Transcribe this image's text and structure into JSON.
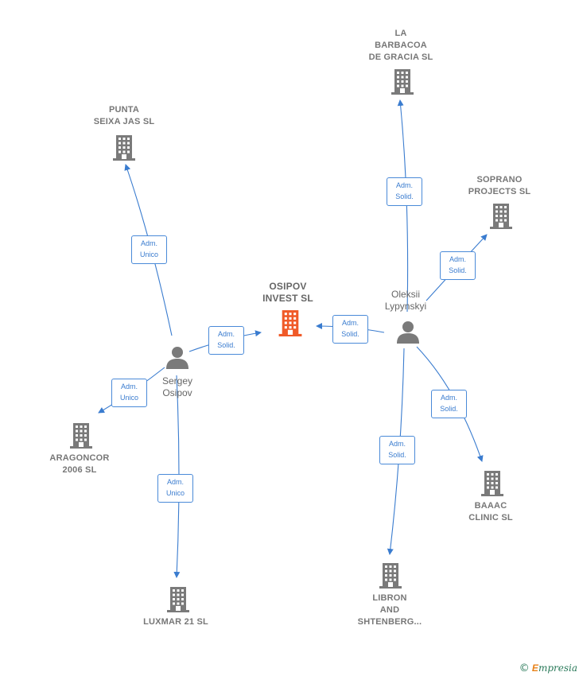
{
  "main_company": {
    "name": "OSIPOV\nINVEST SL",
    "icon": "building-icon",
    "color": "#f05a28"
  },
  "persons": [
    {
      "id": "sergey",
      "name": "Sergey\nOsipov",
      "icon": "person-icon"
    },
    {
      "id": "oleksii",
      "name": "Oleksii\nLypynskyi",
      "icon": "person-icon"
    }
  ],
  "companies": [
    {
      "id": "punta",
      "name": "PUNTA\nSEIXA JAS SL"
    },
    {
      "id": "aragoncor",
      "name": "ARAGONCOR\n2006 SL"
    },
    {
      "id": "luxmar",
      "name": "LUXMAR 21 SL"
    },
    {
      "id": "barbacoa",
      "name": "LA\nBARBACOA\nDE GRACIA SL"
    },
    {
      "id": "soprano",
      "name": "SOPRANO\nPROJECTS SL"
    },
    {
      "id": "baaac",
      "name": "BAAAC\nCLINIC SL"
    },
    {
      "id": "libron",
      "name": "LIBRON\nAND\nSHTENBERG..."
    }
  ],
  "relations": [
    {
      "from": "sergey",
      "to": "osipov",
      "label": "Adm.\nSolid."
    },
    {
      "from": "sergey",
      "to": "punta",
      "label": "Adm.\nUnico"
    },
    {
      "from": "sergey",
      "to": "aragoncor",
      "label": "Adm.\nUnico"
    },
    {
      "from": "sergey",
      "to": "luxmar",
      "label": "Adm.\nUnico"
    },
    {
      "from": "oleksii",
      "to": "osipov",
      "label": "Adm.\nSolid."
    },
    {
      "from": "oleksii",
      "to": "barbacoa",
      "label": "Adm.\nSolid."
    },
    {
      "from": "oleksii",
      "to": "soprano",
      "label": "Adm.\nSolid."
    },
    {
      "from": "oleksii",
      "to": "baaac",
      "label": "Adm.\nSolid."
    },
    {
      "from": "oleksii",
      "to": "libron",
      "label": "Adm.\nSolid."
    }
  ],
  "colors": {
    "edge": "#3a7ccf",
    "building": "#7a7a7a",
    "person": "#7a7a7a"
  },
  "footer": {
    "copyright": "©",
    "brand_initial": "E",
    "brand_rest": "mpresia"
  }
}
